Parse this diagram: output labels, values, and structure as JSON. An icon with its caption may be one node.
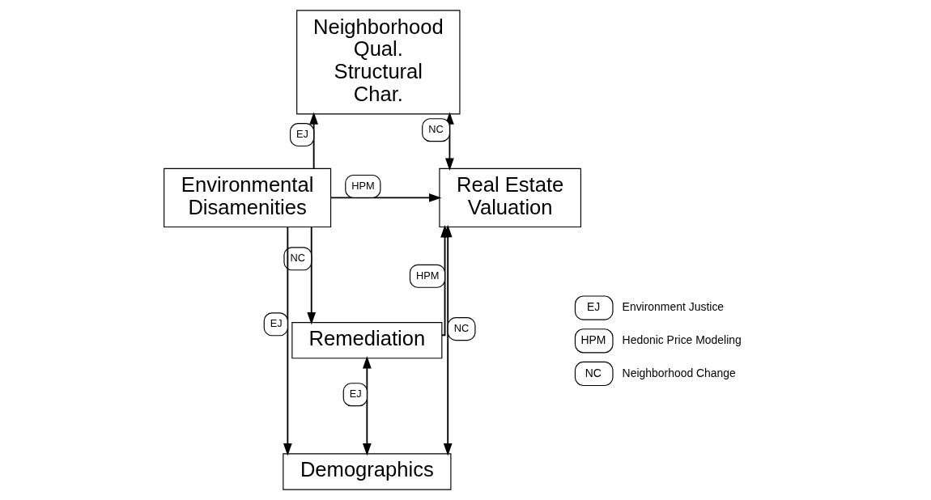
{
  "diagram": {
    "nodes": [
      {
        "text": [
          "Neighborhood Qual. Structural Char."
        ]
      },
      {
        "text": [
          "Environmental Disamenities"
        ]
      },
      {
        "text": [
          "Real Estate Valuation"
        ]
      },
      {
        "text": [
          "Remediation"
        ]
      },
      {
        "text": [
          "Demographics"
        ]
      }
    ],
    "edges": [
      {
        "from": 1,
        "to": 0,
        "arrow": "to",
        "label": "EJ"
      },
      {
        "from": 0,
        "to": 2,
        "arrow": "both",
        "label": "NC"
      },
      {
        "from": 1,
        "to": 2,
        "arrow": "to",
        "label": "HPM"
      },
      {
        "from": 1,
        "to": 3,
        "arrow": "to",
        "label": "NC"
      },
      {
        "from": 3,
        "to": 2,
        "arrow": "to",
        "label": "HPM"
      },
      {
        "from": 3,
        "to": 4,
        "arrow": "both",
        "label": "EJ"
      },
      {
        "from": 1,
        "to": 4,
        "arrow": "to",
        "label": "EJ"
      },
      {
        "from": 2,
        "to": 4,
        "arrow": "both",
        "label": "NC"
      }
    ],
    "labels": [
      "EJ",
      "HPM",
      "NC"
    ],
    "legend": [
      {
        "text": "Environment Justice"
      },
      {
        "text": "Hedonic Price Modeling"
      },
      {
        "text": "Neighborhood Change"
      }
    ]
  }
}
